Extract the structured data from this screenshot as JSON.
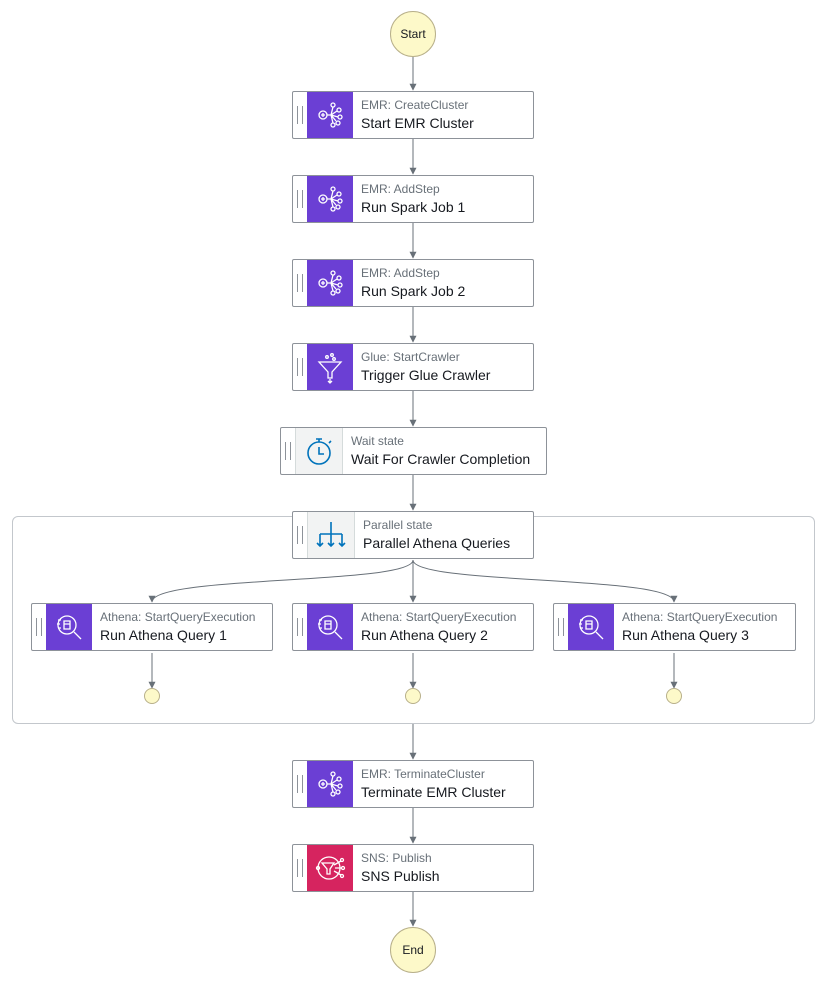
{
  "start": {
    "label": "Start"
  },
  "end": {
    "label": "End"
  },
  "states": {
    "start_emr": {
      "type": "EMR: CreateCluster",
      "name": "Start EMR Cluster",
      "icon": "emr-icon",
      "color": "#6b3fd4"
    },
    "spark1": {
      "type": "EMR: AddStep",
      "name": "Run Spark Job 1",
      "icon": "emr-icon",
      "color": "#6b3fd4"
    },
    "spark2": {
      "type": "EMR: AddStep",
      "name": "Run Spark Job 2",
      "icon": "emr-icon",
      "color": "#6b3fd4"
    },
    "glue": {
      "type": "Glue: StartCrawler",
      "name": "Trigger Glue Crawler",
      "icon": "glue-icon",
      "color": "#6b3fd4"
    },
    "wait": {
      "type": "Wait state",
      "name": "Wait For Crawler Completion",
      "icon": "stopwatch-icon",
      "color": "#0073bb"
    },
    "parallel": {
      "type": "Parallel state",
      "name": "Parallel Athena Queries",
      "icon": "parallel-icon",
      "color": "#0073bb"
    },
    "athena1": {
      "type": "Athena: StartQueryExecution",
      "name": "Run Athena Query 1",
      "icon": "athena-icon",
      "color": "#6b3fd4"
    },
    "athena2": {
      "type": "Athena: StartQueryExecution",
      "name": "Run Athena Query 2",
      "icon": "athena-icon",
      "color": "#6b3fd4"
    },
    "athena3": {
      "type": "Athena: StartQueryExecution",
      "name": "Run Athena Query 3",
      "icon": "athena-icon",
      "color": "#6b3fd4"
    },
    "terminate": {
      "type": "EMR: TerminateCluster",
      "name": "Terminate EMR Cluster",
      "icon": "emr-icon",
      "color": "#6b3fd4"
    },
    "sns": {
      "type": "SNS: Publish",
      "name": "SNS Publish",
      "icon": "sns-icon",
      "color": "#d6245f"
    }
  }
}
